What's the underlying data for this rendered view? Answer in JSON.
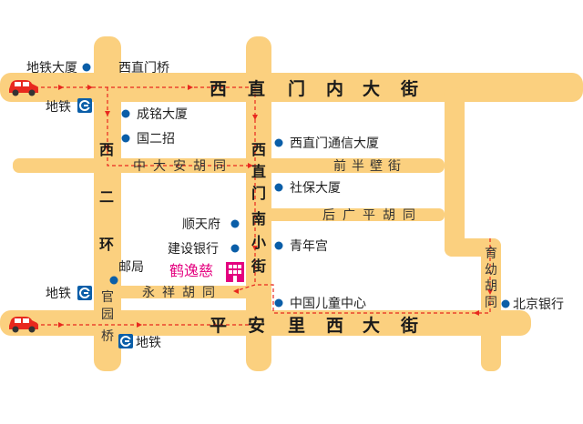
{
  "roads": {
    "xizhimen_nei": [
      "西",
      "直",
      "门",
      "内",
      "大",
      "街"
    ],
    "pingan_lixi": [
      "平",
      "安",
      "里",
      "西",
      "大",
      "街"
    ],
    "xi_erhuan": [
      "西",
      "二",
      "环"
    ],
    "xizhimen_nanxiao": [
      "西",
      "直",
      "门",
      "南",
      "小",
      "街"
    ],
    "zhongdaan": [
      "中",
      "大",
      "安",
      "胡",
      "同"
    ],
    "qianbanbi": [
      "前",
      "半",
      "壁",
      "街"
    ],
    "houguangping": [
      "后",
      "广",
      "平",
      "胡",
      "同"
    ],
    "yongxiang": [
      "永",
      "祥",
      "胡",
      "同"
    ],
    "yuyou": [
      "育",
      "幼",
      "胡",
      "同"
    ],
    "guanyuanqiao": [
      "官",
      "园",
      "桥"
    ]
  },
  "places": {
    "ditie_dasha": "地铁大厦",
    "xizhimen_qiao": "西直门桥",
    "ditie_1": "地铁",
    "chengming": "成铭大厦",
    "guoerzhao": "国二招",
    "tongxin": "西直门通信大厦",
    "shebao": "社保大厦",
    "shuntianfu": "顺天府",
    "jianshe": "建设银行",
    "qingniangong": "青年宫",
    "youju": "邮局",
    "ditie_2": "地铁",
    "ertong": "中国儿童中心",
    "beijing_bank": "北京银行",
    "ditie_3": "地铁"
  },
  "hotel": {
    "name": "鹤逸慈"
  },
  "icons": {
    "subway": "subway-logo-icon",
    "car": "car-icon",
    "hotel": "hotel-building-icon",
    "poi": "poi-dot-icon"
  },
  "colors": {
    "road": "#FBD07F",
    "route": "#E8281E",
    "poi": "#0A5EA8",
    "hotel": "#E4007F",
    "car": "#E8281E"
  }
}
